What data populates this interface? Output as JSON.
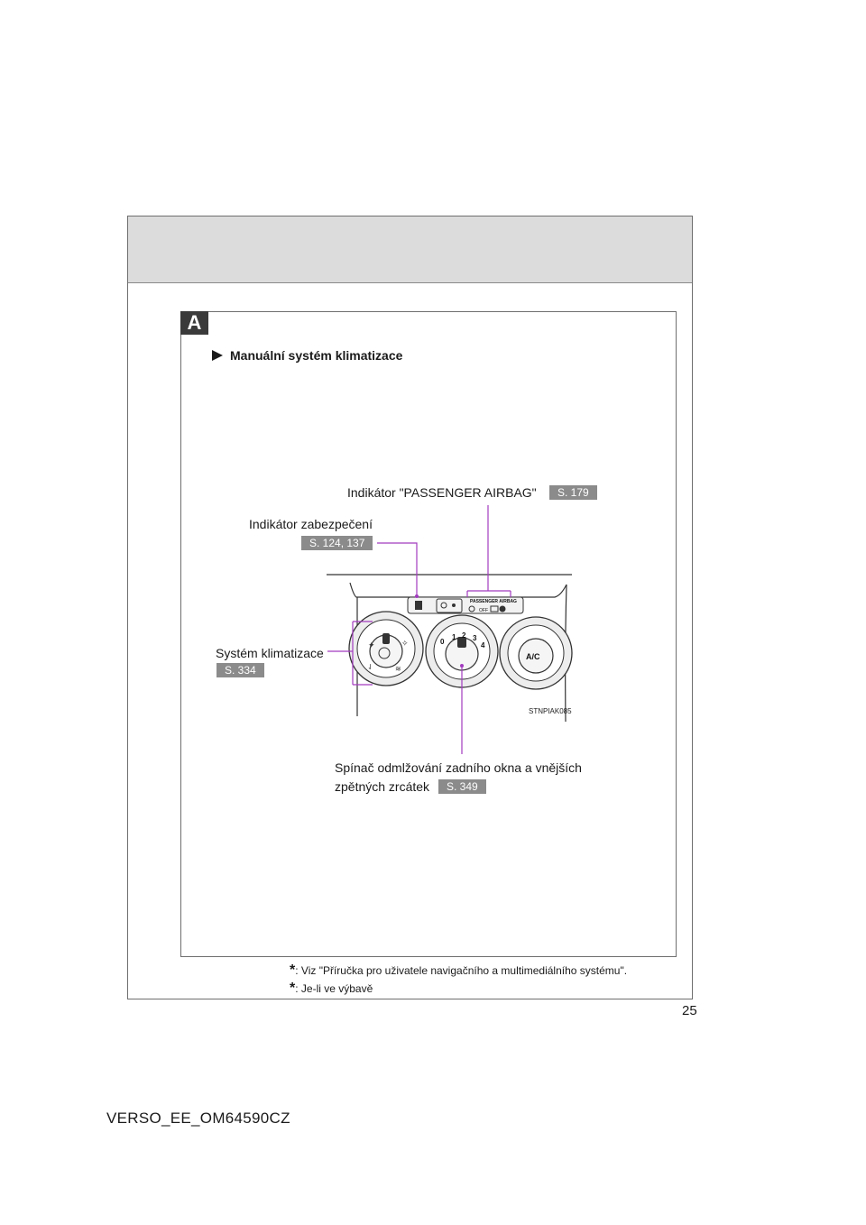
{
  "panel": {
    "tab_letter": "A"
  },
  "section": {
    "heading": "Manuální systém klimatizace"
  },
  "callouts": {
    "airbag": {
      "label": "Indikátor \"PASSENGER AIRBAG\"",
      "ref": "S. 179"
    },
    "security": {
      "label": "Indikátor zabezpečení",
      "ref": "S. 124, 137"
    },
    "climate": {
      "label": "Systém klimatizace",
      "ref": "S. 334"
    },
    "defogger": {
      "label_line1": "Spínač odmlžování zadního okna a vnějších",
      "label_line2": "zpětných zrcátek",
      "ref": "S. 349"
    }
  },
  "figure": {
    "code": "STNPIAK085",
    "panel_text": {
      "passenger_airbag": "PASSENGER  AIRBAG",
      "off": "OFF",
      "ac": "A/C"
    },
    "fan_speeds": [
      "0",
      "1",
      "2",
      "3",
      "4"
    ]
  },
  "footnotes": [
    {
      "mark": "*",
      "text": ": Viz \"Příručka pro uživatele navigačního a multimediálního systému\"."
    },
    {
      "mark": "*",
      "text": ": Je-li ve výbavě"
    }
  ],
  "page": {
    "number": "25",
    "doc_code": "VERSO_EE_OM64590CZ"
  },
  "colors": {
    "callout_line": "#a23bbf",
    "ref_badge": "#8b8b8b",
    "header_band": "#dcdcdc"
  }
}
